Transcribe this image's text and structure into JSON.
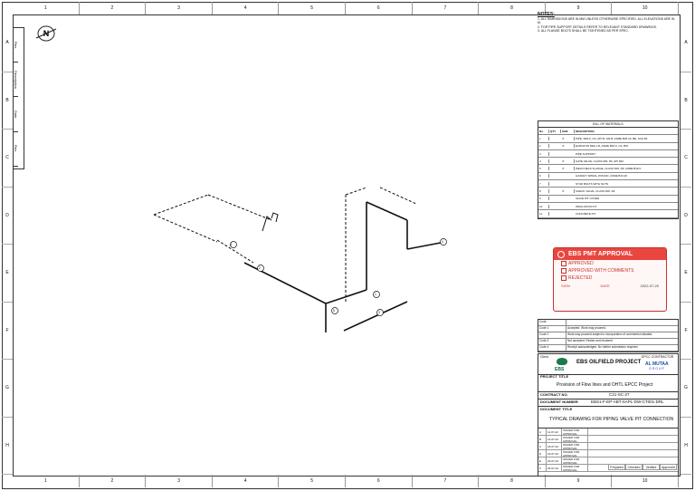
{
  "zones_top": [
    "1",
    "2",
    "3",
    "4",
    "5",
    "6",
    "7",
    "8",
    "9",
    "10"
  ],
  "zones_side": [
    "A",
    "B",
    "C",
    "D",
    "E",
    "F",
    "G",
    "H"
  ],
  "revision_strip": [
    "Rev.",
    "Description",
    "Date",
    "Rev."
  ],
  "north_label": "N",
  "notes": {
    "title": "NOTES:",
    "lines": [
      "1. ALL DIMENSIONS ARE IN MM UNLESS OTHERWISE SPECIFIED. ALL ELEVATIONS ARE IN M.",
      "2. FOR PIPE SUPPORT DETAILS REFER TO RELEVANT STANDARD DRAWINGS.",
      "3. ALL FLANGE BOLTS SHALL BE TIGHTENED AS PER SPEC."
    ]
  },
  "bom": {
    "title": "BILL OF MATERIALS",
    "header": [
      "No.",
      "QTY",
      "SIZE",
      "DESCRIPTION"
    ],
    "rows": [
      {
        "no": "1",
        "qty": "",
        "size": "4\"",
        "desc": "PIPE, SMLS, CS, API 5L GR.B, ASME B36.10, BE, SCH 80"
      },
      {
        "no": "2",
        "qty": "",
        "size": "4\"",
        "desc": "ELBOW 90 DEG LR, ASME B16.9, CS, BW"
      },
      {
        "no": "3",
        "qty": "",
        "size": "",
        "desc": "PIPE SUPPORT"
      },
      {
        "no": "4",
        "qty": "",
        "size": "4\"",
        "desc": "GATE VALVE, CLASS 600, RF, API 600"
      },
      {
        "no": "5",
        "qty": "",
        "size": "4\"",
        "desc": "WELD NECK FLANGE, CLASS 600, RF, ASME B16.5"
      },
      {
        "no": "6",
        "qty": "",
        "size": "",
        "desc": "GASKET, SPIRAL WOUND, ASME B16.20"
      },
      {
        "no": "7",
        "qty": "",
        "size": "",
        "desc": "STUD BOLTS WITH NUTS"
      },
      {
        "no": "8",
        "qty": "",
        "size": "4\"",
        "desc": "CHECK VALVE, CLASS 600, RF"
      },
      {
        "no": "9",
        "qty": "",
        "size": "",
        "desc": "VALVE PIT COVER"
      },
      {
        "no": "10",
        "qty": "",
        "size": "",
        "desc": "INSULATION KIT"
      },
      {
        "no": "11",
        "qty": "",
        "size": "",
        "desc": "CONCRETE PIT"
      }
    ]
  },
  "stamp": {
    "title": "EBS PMT APPROVAL",
    "approved": "APPROVED",
    "approved_with_comments": "APPROVED WITH COMMENTS",
    "rejected": "REJECTED",
    "sign_label": "SIGN",
    "date_label": "DATE",
    "date_value": "2022-07-20"
  },
  "status_codes": {
    "header": [
      "Code",
      ""
    ],
    "rows": [
      {
        "code": "Code 1",
        "text": "Accepted. Work may proceed."
      },
      {
        "code": "Code 2",
        "text": "Work may proceed subject to incorporation of comments indicated."
      },
      {
        "code": "Code 3",
        "text": "Not accepted. Revise and resubmit."
      },
      {
        "code": "Code 4",
        "text": "Receipt acknowledged. No further submission required."
      }
    ]
  },
  "client": {
    "label": "Client",
    "contractor_label": "EPCC CONTRACTOR",
    "logo_text": "EBS",
    "project_name": "EBS OILFIELD PROJECT",
    "contractor_name": "AL MUTAA",
    "contractor_sub": "GROUP"
  },
  "project_title": {
    "label": "PROJECT TITLE",
    "value": "Provision of Flow lines and OHTL EPCC Project"
  },
  "contract": {
    "label": "CONTRACT NO.",
    "value": "C21-SC-27"
  },
  "document": {
    "label": "DOCUMENT NUMBER",
    "value": "EBS1-F-EP-ABT-SAPL-DW-CT001-DRL"
  },
  "doc_title": {
    "label": "DOCUMENT TITLE",
    "value": "TYPICAL DRAWING FOR PIPING VALVE PIT CONNECTION"
  },
  "revisions": [
    {
      "rev": "A",
      "date": "11-07-22",
      "desc": "ISSUED FOR APPROVAL"
    },
    {
      "rev": "B",
      "date": "14-07-22",
      "desc": "ISSUED FOR APPROVAL"
    },
    {
      "rev": "C",
      "date": "18-07-22",
      "desc": "ISSUED FOR APPROVAL"
    },
    {
      "rev": "D",
      "date": "19-07-22",
      "desc": "ISSUED FOR APPROVAL"
    },
    {
      "rev": "E",
      "date": "20-07-22",
      "desc": "ISSUED FOR APPROVAL"
    },
    {
      "rev": "0",
      "date": "20-07-22",
      "desc": "ISSUED FOR APPROVAL"
    }
  ],
  "signatures": [
    "Prepared",
    "Checked",
    "Verified",
    "Approved"
  ]
}
